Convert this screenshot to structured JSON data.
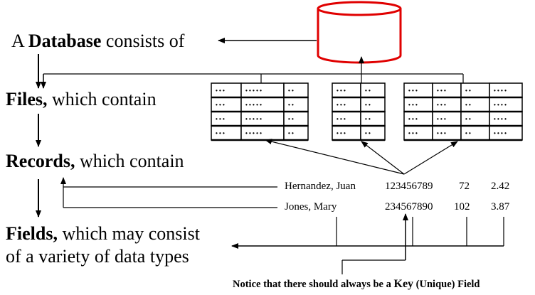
{
  "labels": {
    "database": {
      "prefix": "A ",
      "bold": "Database",
      "suffix": " consists of"
    },
    "files": {
      "bold": "Files,",
      "suffix": " which contain"
    },
    "records": {
      "bold": "Records,",
      "suffix": " which contain"
    },
    "fields_line1": {
      "bold": "Fields,",
      "suffix": " which may consist"
    },
    "fields_line2": "of a variety of data types"
  },
  "records": [
    {
      "name": "Hernandez, Juan",
      "id": "123456789",
      "value": "72",
      "score": "2.42"
    },
    {
      "name": "Jones, Mary",
      "id": "234567890",
      "value": "102",
      "score": "3.87"
    }
  ],
  "file_cell_text": {
    "short": "• • •",
    "long": "• • • • •",
    "two": "• •",
    "four": "• • • •"
  },
  "note": {
    "prefix": "Notice that there should always be a ",
    "bold": "Key",
    "suffix": " (Unique) Field"
  },
  "colors": {
    "database_outline": "#e00000",
    "stroke": "#000000"
  }
}
